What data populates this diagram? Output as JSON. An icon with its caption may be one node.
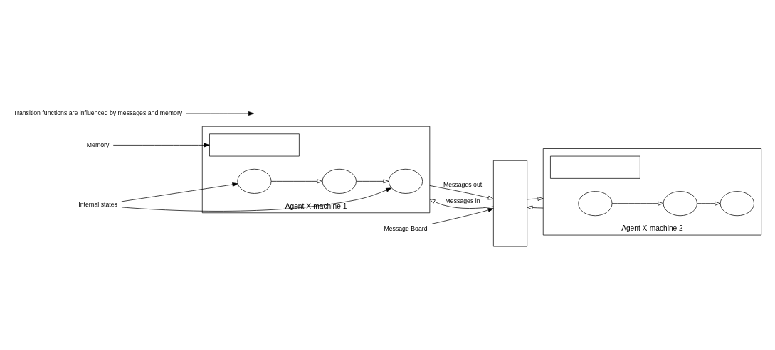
{
  "diagram": {
    "nodes": [
      {
        "text": [
          "Memory"
        ]
      },
      {
        "text": [
          "Agent X-machine 1"
        ]
      },
      {
        "text": [],
        "shape": "box",
        "in": 1
      },
      {
        "text": [],
        "shape": "circle",
        "in": 1
      },
      {
        "text": [],
        "shape": "circle",
        "in": 1
      },
      {
        "text": [],
        "shape": "circle",
        "in": 1
      },
      {
        "text": [
          "Internal states"
        ]
      },
      {
        "text": [
          "Transition functions are influenced by messages and memory"
        ]
      },
      {
        "text": [],
        "shape": "box"
      },
      {
        "text": [
          "Message Board"
        ]
      },
      {
        "text": [
          "Agent X-machine 2"
        ]
      },
      {
        "text": [],
        "shape": "box",
        "in": 10
      },
      {
        "text": [],
        "shape": "circle",
        "in": 10
      },
      {
        "text": [],
        "shape": "circle",
        "in": 10
      },
      {
        "text": [],
        "shape": "circle",
        "in": 10
      }
    ],
    "edges": [
      {
        "from": 0,
        "to": 2,
        "arrow": "to"
      },
      {
        "from": 3,
        "to": 4,
        "arrow": "to"
      },
      {
        "from": 4,
        "to": 5,
        "arrow": "to"
      },
      {
        "from": 6,
        "to": 3,
        "arrow": "to"
      },
      {
        "from": 6,
        "to": 5,
        "arrow": "to"
      },
      {
        "from": 7,
        "to": null,
        "arrow": "to"
      },
      {
        "from": 1,
        "to": 8,
        "label": "Messages out",
        "arrow": "to"
      },
      {
        "from": 8,
        "to": 1,
        "label": "Messages in",
        "arrow": "to"
      },
      {
        "from": 10,
        "to": 8,
        "arrow": "to"
      },
      {
        "from": 8,
        "to": 10,
        "arrow": "to"
      },
      {
        "from": 9,
        "to": 8,
        "arrow": "to"
      },
      {
        "from": 12,
        "to": 13,
        "arrow": "to"
      },
      {
        "from": 13,
        "to": 14,
        "arrow": "to"
      }
    ]
  }
}
